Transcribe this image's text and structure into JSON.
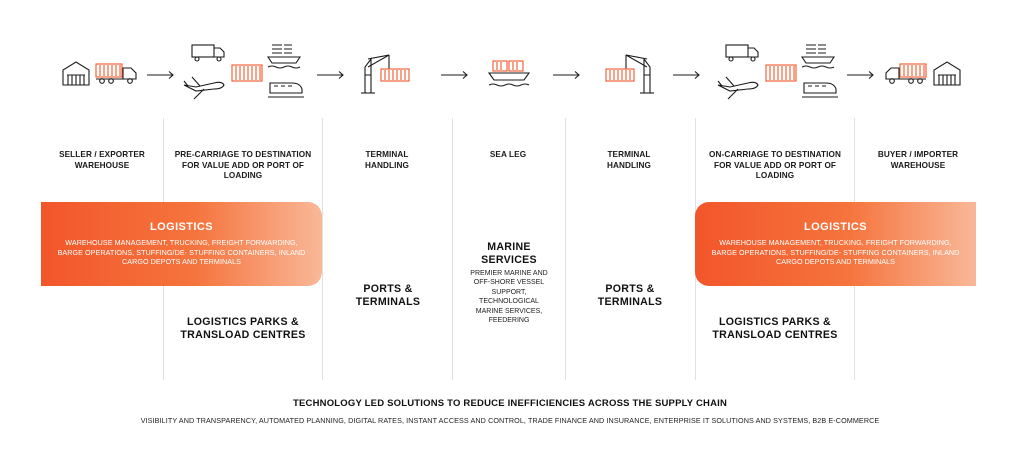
{
  "stages": [
    {
      "id": "seller",
      "label": "SELLER / EXPORTER WAREHOUSE"
    },
    {
      "id": "precarriage",
      "label": "PRE-CARRIAGE TO DESTINATION FOR VALUE ADD OR PORT OF LOADING"
    },
    {
      "id": "terminal1",
      "label": "TERMINAL HANDLING"
    },
    {
      "id": "sealeg",
      "label": "SEA LEG"
    },
    {
      "id": "terminal2",
      "label": "TERMINAL HANDLING"
    },
    {
      "id": "oncarriage",
      "label": "ON-CARRIAGE TO DESTINATION FOR VALUE ADD OR PORT OF LOADING"
    },
    {
      "id": "buyer",
      "label": "BUYER / IMPORTER WAREHOUSE"
    }
  ],
  "logistics_left": {
    "title": "LOGISTICS",
    "description": "WAREHOUSE MANAGEMENT, TRUCKING, FREIGHT FORWARDING, BARGE OPERATIONS, STUFFING/DE- STUFFING CONTAINERS, INLAND CARGO DEPOTS AND TERMINALS"
  },
  "logistics_right": {
    "title": "LOGISTICS",
    "description": "WAREHOUSE MANAGEMENT, TRUCKING, FREIGHT FORWARDING, BARGE OPERATIONS, STUFFING/DE- STUFFING CONTAINERS, INLAND CARGO DEPOTS AND TERMINALS"
  },
  "ports_left": {
    "title": "PORTS & TERMINALS"
  },
  "ports_right": {
    "title": "PORTS & TERMINALS"
  },
  "marine": {
    "title": "MARINE SERVICES",
    "description": "PREMIER MARINE AND OFF-SHORE VESSEL SUPPORT, TECHNOLOGICAL MARINE SERVICES, FEEDERING"
  },
  "parks_left": {
    "title": "LOGISTICS PARKS & TRANSLOAD CENTRES"
  },
  "parks_right": {
    "title": "LOGISTICS PARKS & TRANSLOAD CENTRES"
  },
  "footer": {
    "title": "TECHNOLOGY LED SOLUTIONS TO REDUCE INEFFICIENCIES ACROSS THE SUPPLY CHAIN",
    "description": "VISIBILITY AND TRANSPARENCY, AUTOMATED PLANNING, DIGITAL RATES, INSTANT ACCESS AND CONTROL, TRADE FINANCE AND INSURANCE, ENTERPRISE IT SOLUTIONS AND SYSTEMS, B2B E-COMMERCE"
  },
  "colors": {
    "accent": "#f2562a",
    "line": "#1a1a1a",
    "divider": "#e1e1e1"
  },
  "icons": [
    "warehouse-icon",
    "container-truck-icon",
    "truck-icon",
    "airplane-icon",
    "ship-icon",
    "train-icon",
    "crane-icon",
    "container-icon",
    "arrow-right-icon"
  ]
}
